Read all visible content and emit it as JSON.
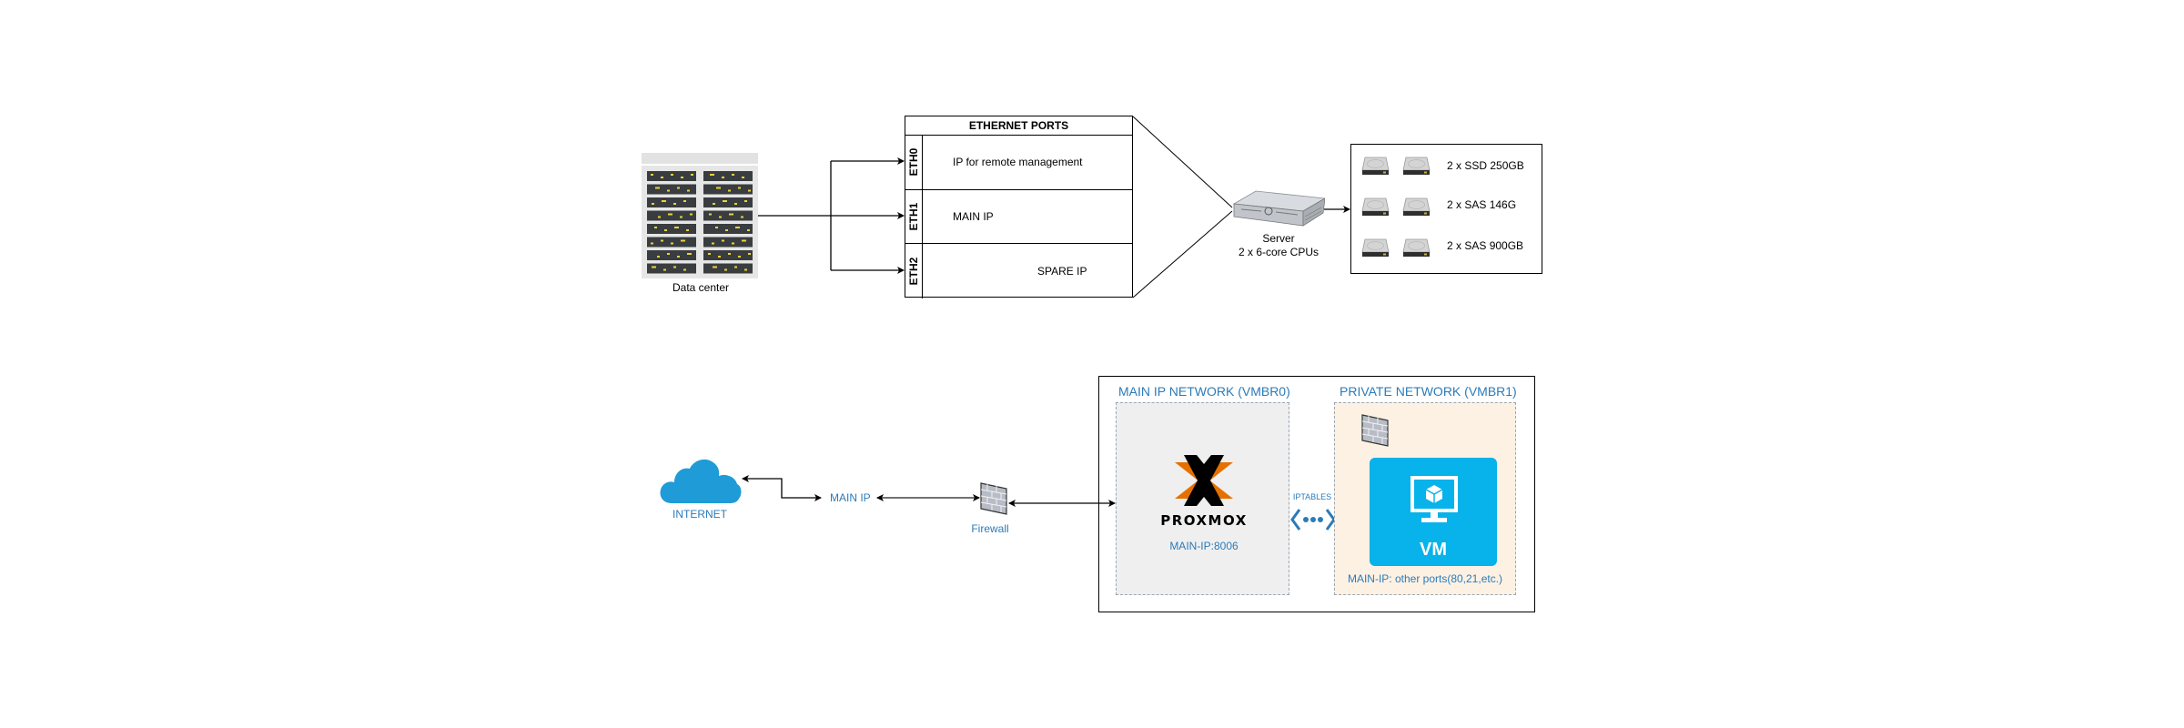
{
  "top_section": {
    "data_center": {
      "label": "Data center",
      "icon": "server-rack-icon"
    },
    "ethernet_ports": {
      "header": "ETHERNET PORTS",
      "rows": [
        {
          "port": "ETH0",
          "description": "IP for remote management"
        },
        {
          "port": "ETH1",
          "description": "MAIN IP"
        },
        {
          "port": "ETH2",
          "description": "SPARE IP"
        }
      ]
    },
    "server": {
      "name": "Server",
      "spec": "2 x 6-core CPUs",
      "icon": "rack-server-icon"
    },
    "storage": [
      {
        "label": "2 x SSD 250GB",
        "count": 2,
        "icon": "hard-disk-icon"
      },
      {
        "label": "2 x SAS 146G",
        "count": 2,
        "icon": "hard-disk-icon"
      },
      {
        "label": "2 x SAS 900GB",
        "count": 2,
        "icon": "hard-disk-icon"
      }
    ]
  },
  "bottom_section": {
    "internet": {
      "label": "INTERNET",
      "icon": "cloud-icon"
    },
    "main_ip": {
      "label": "MAIN IP"
    },
    "firewall": {
      "label": "Firewall",
      "icon": "firewall-icon"
    },
    "main_network": {
      "title": "MAIN IP NETWORK (VMBR0)",
      "logo_text": "PROXMOX",
      "address": "MAIN-IP:8006"
    },
    "iptables": {
      "label": "IPTABLES",
      "icon": "connection-dots-icon"
    },
    "private_network": {
      "title": "PRIVATE NETWORK (VMBR1)",
      "vm_label": "VM",
      "address": "MAIN-IP: other ports(80,21,etc.)"
    }
  },
  "colors": {
    "label_blue": "#2b7bb9",
    "cloud_blue": "#1f9bd7",
    "vm_blue": "#08b2ea",
    "proxmox_orange": "#e57000",
    "main_net_bg": "#efefef",
    "private_net_bg": "#fdf1e4"
  }
}
